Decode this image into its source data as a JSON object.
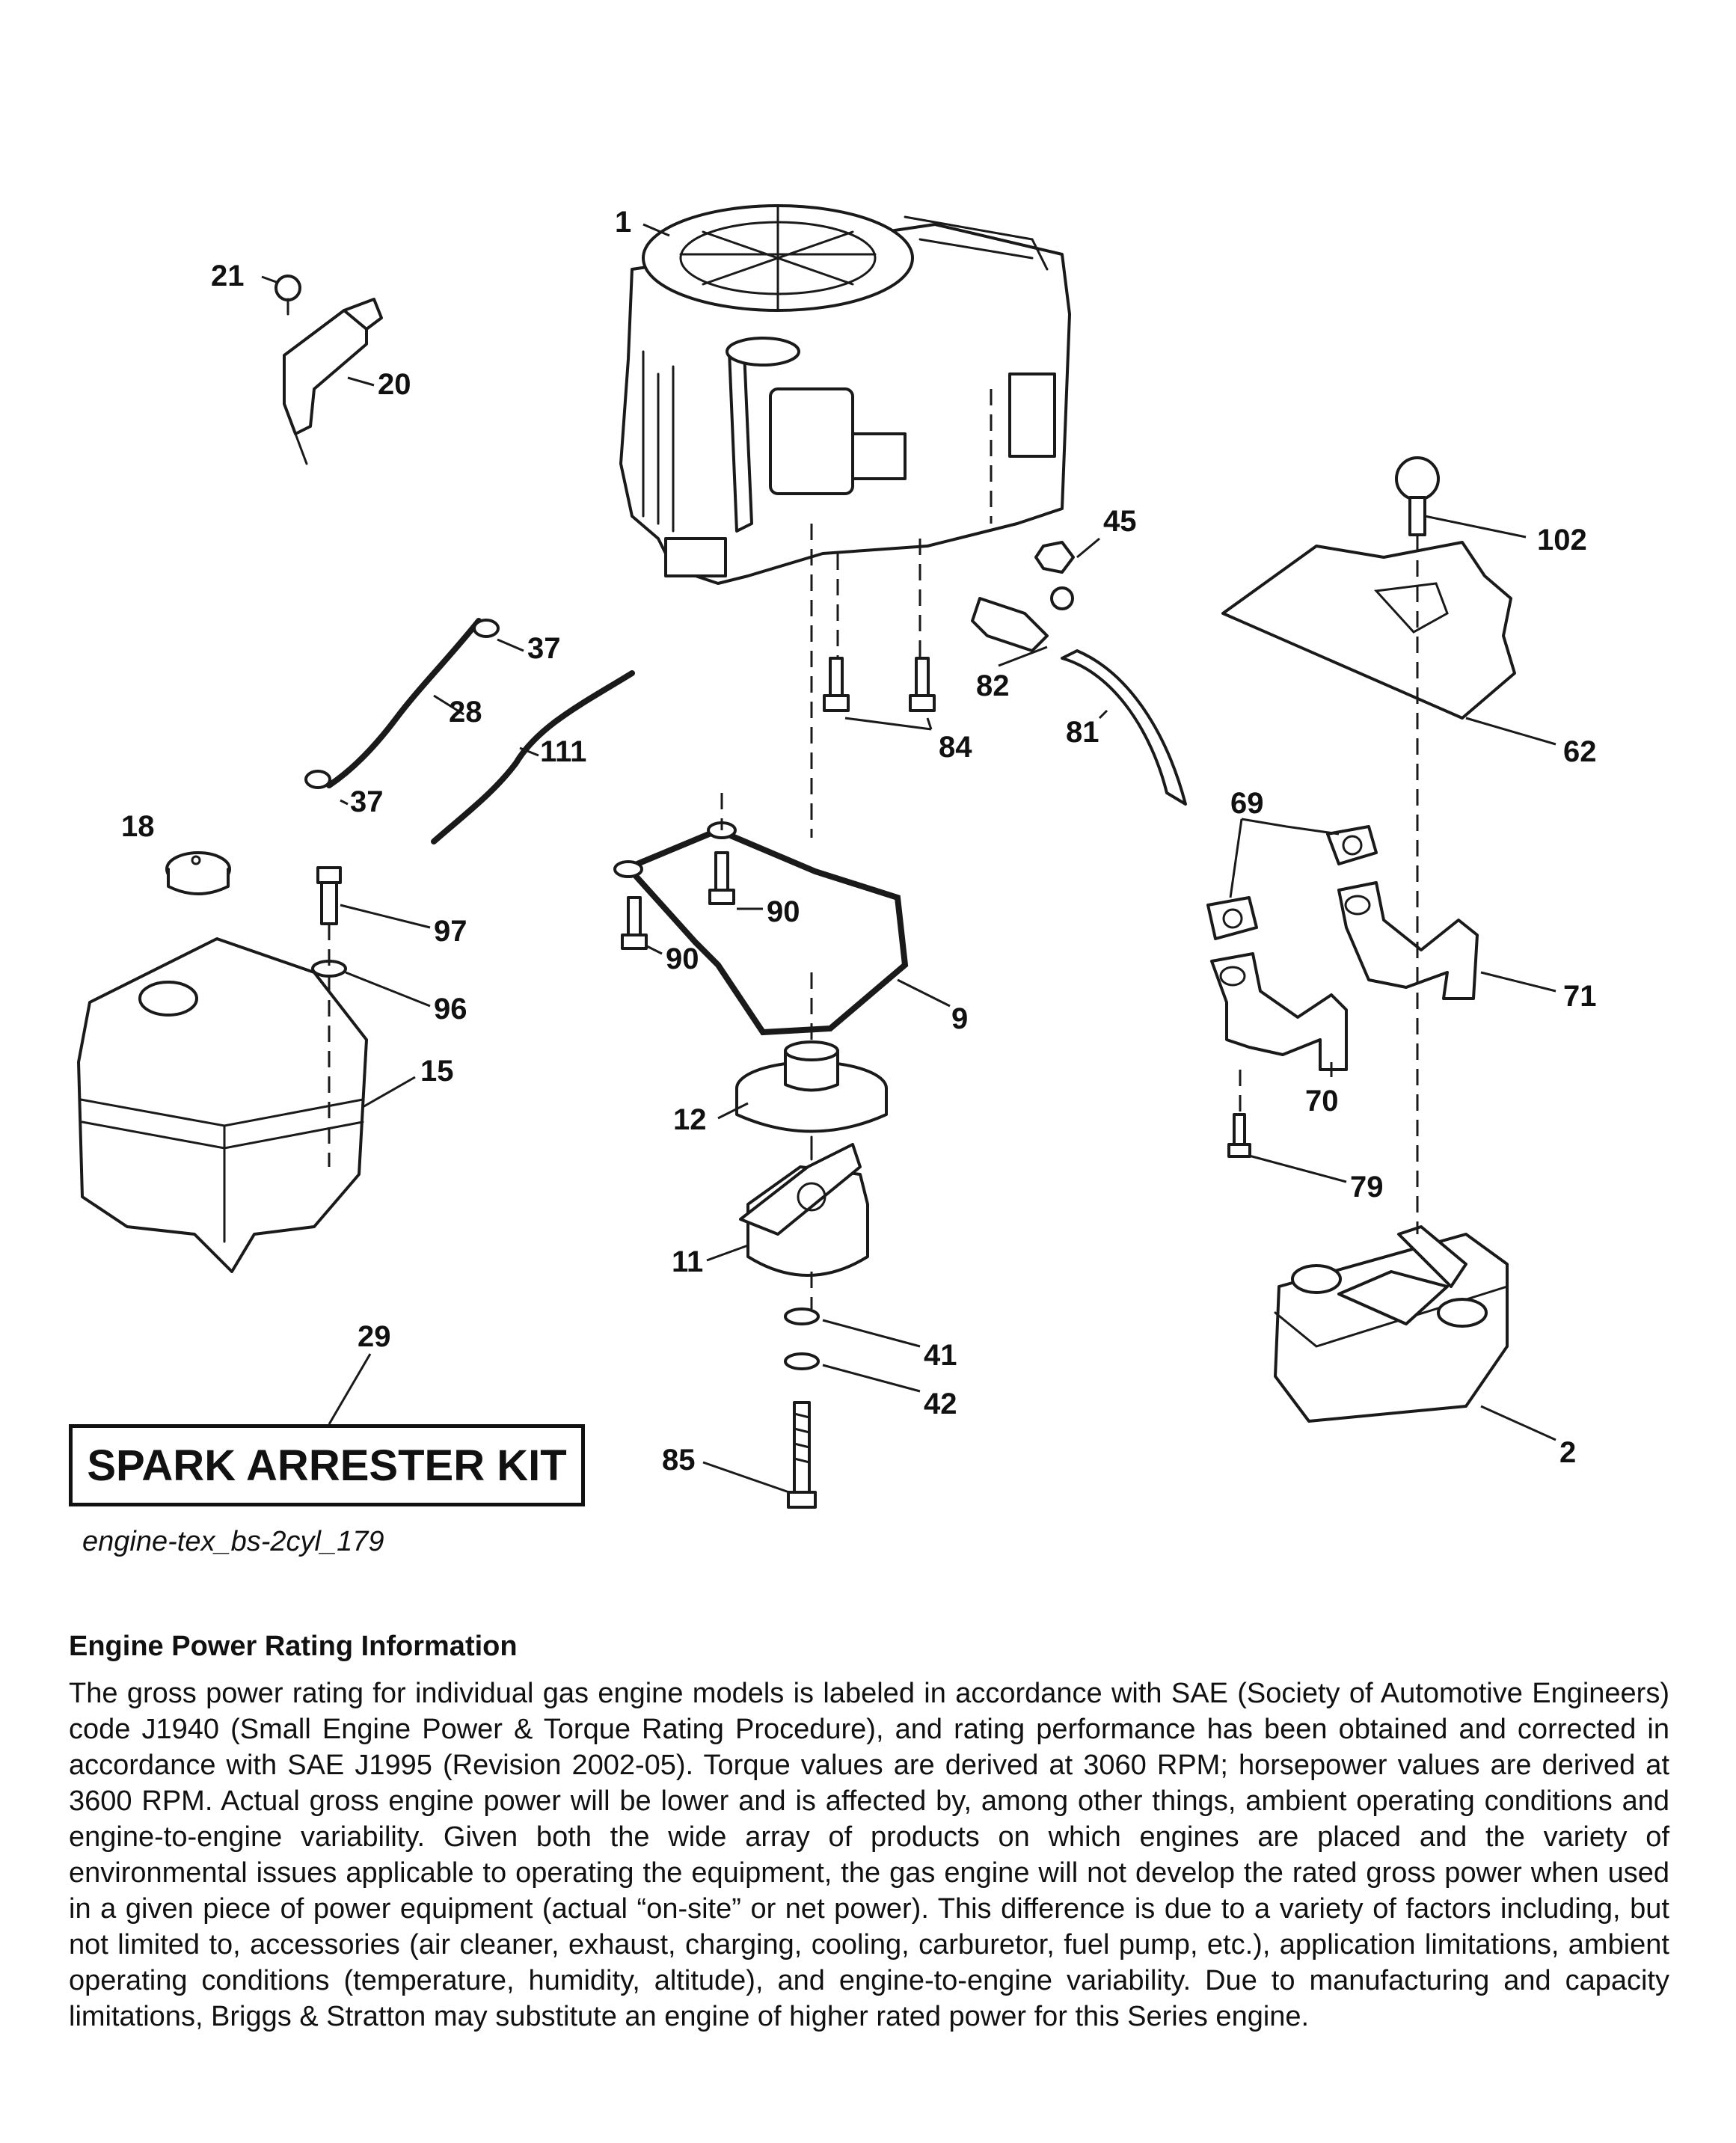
{
  "callouts": {
    "c1": "1",
    "c2": "2",
    "c9": "9",
    "c11": "11",
    "c12": "12",
    "c15": "15",
    "c18": "18",
    "c20": "20",
    "c21": "21",
    "c28": "28",
    "c29": "29",
    "c37a": "37",
    "c37b": "37",
    "c41": "41",
    "c42": "42",
    "c45": "45",
    "c62": "62",
    "c69": "69",
    "c70": "70",
    "c71": "71",
    "c79": "79",
    "c81": "81",
    "c82": "82",
    "c84": "84",
    "c85": "85",
    "c90a": "90",
    "c90b": "90",
    "c96": "96",
    "c97": "97",
    "c102": "102",
    "c111": "111"
  },
  "kit_label": "SPARK ARRESTER KIT",
  "file_code": "engine-tex_bs-2cyl_179",
  "info": {
    "heading": "Engine Power Rating Information",
    "body": "The gross power rating for individual gas engine models is labeled in accordance with SAE (Society of Automotive Engineers) code J1940 (Small Engine Power & Torque Rating Procedure), and rating performance has been obtained and corrected in accordance with SAE J1995 (Revision 2002-05). Torque values are derived at 3060 RPM; horsepower values are derived at 3600 RPM. Actual gross engine power will be lower and is affected by, among other things, ambient operating conditions and engine-to-engine variability. Given both the wide array of products on which engines are placed and the variety of environmental issues applicable to operating the equipment, the gas engine will not develop the rated gross power when used in a given piece of power equipment (actual “on-site” or net power). This difference is due to a variety of factors including, but not limited to, accessories (air cleaner, exhaust, charging, cooling, carburetor, fuel pump, etc.), application limitations, ambient operating conditions (temperature, humidity, altitude), and engine-to-engine variability. Due to manufacturing and capacity limitations, Briggs & Stratton may substitute an engine of higher rated power for this Series engine."
  }
}
